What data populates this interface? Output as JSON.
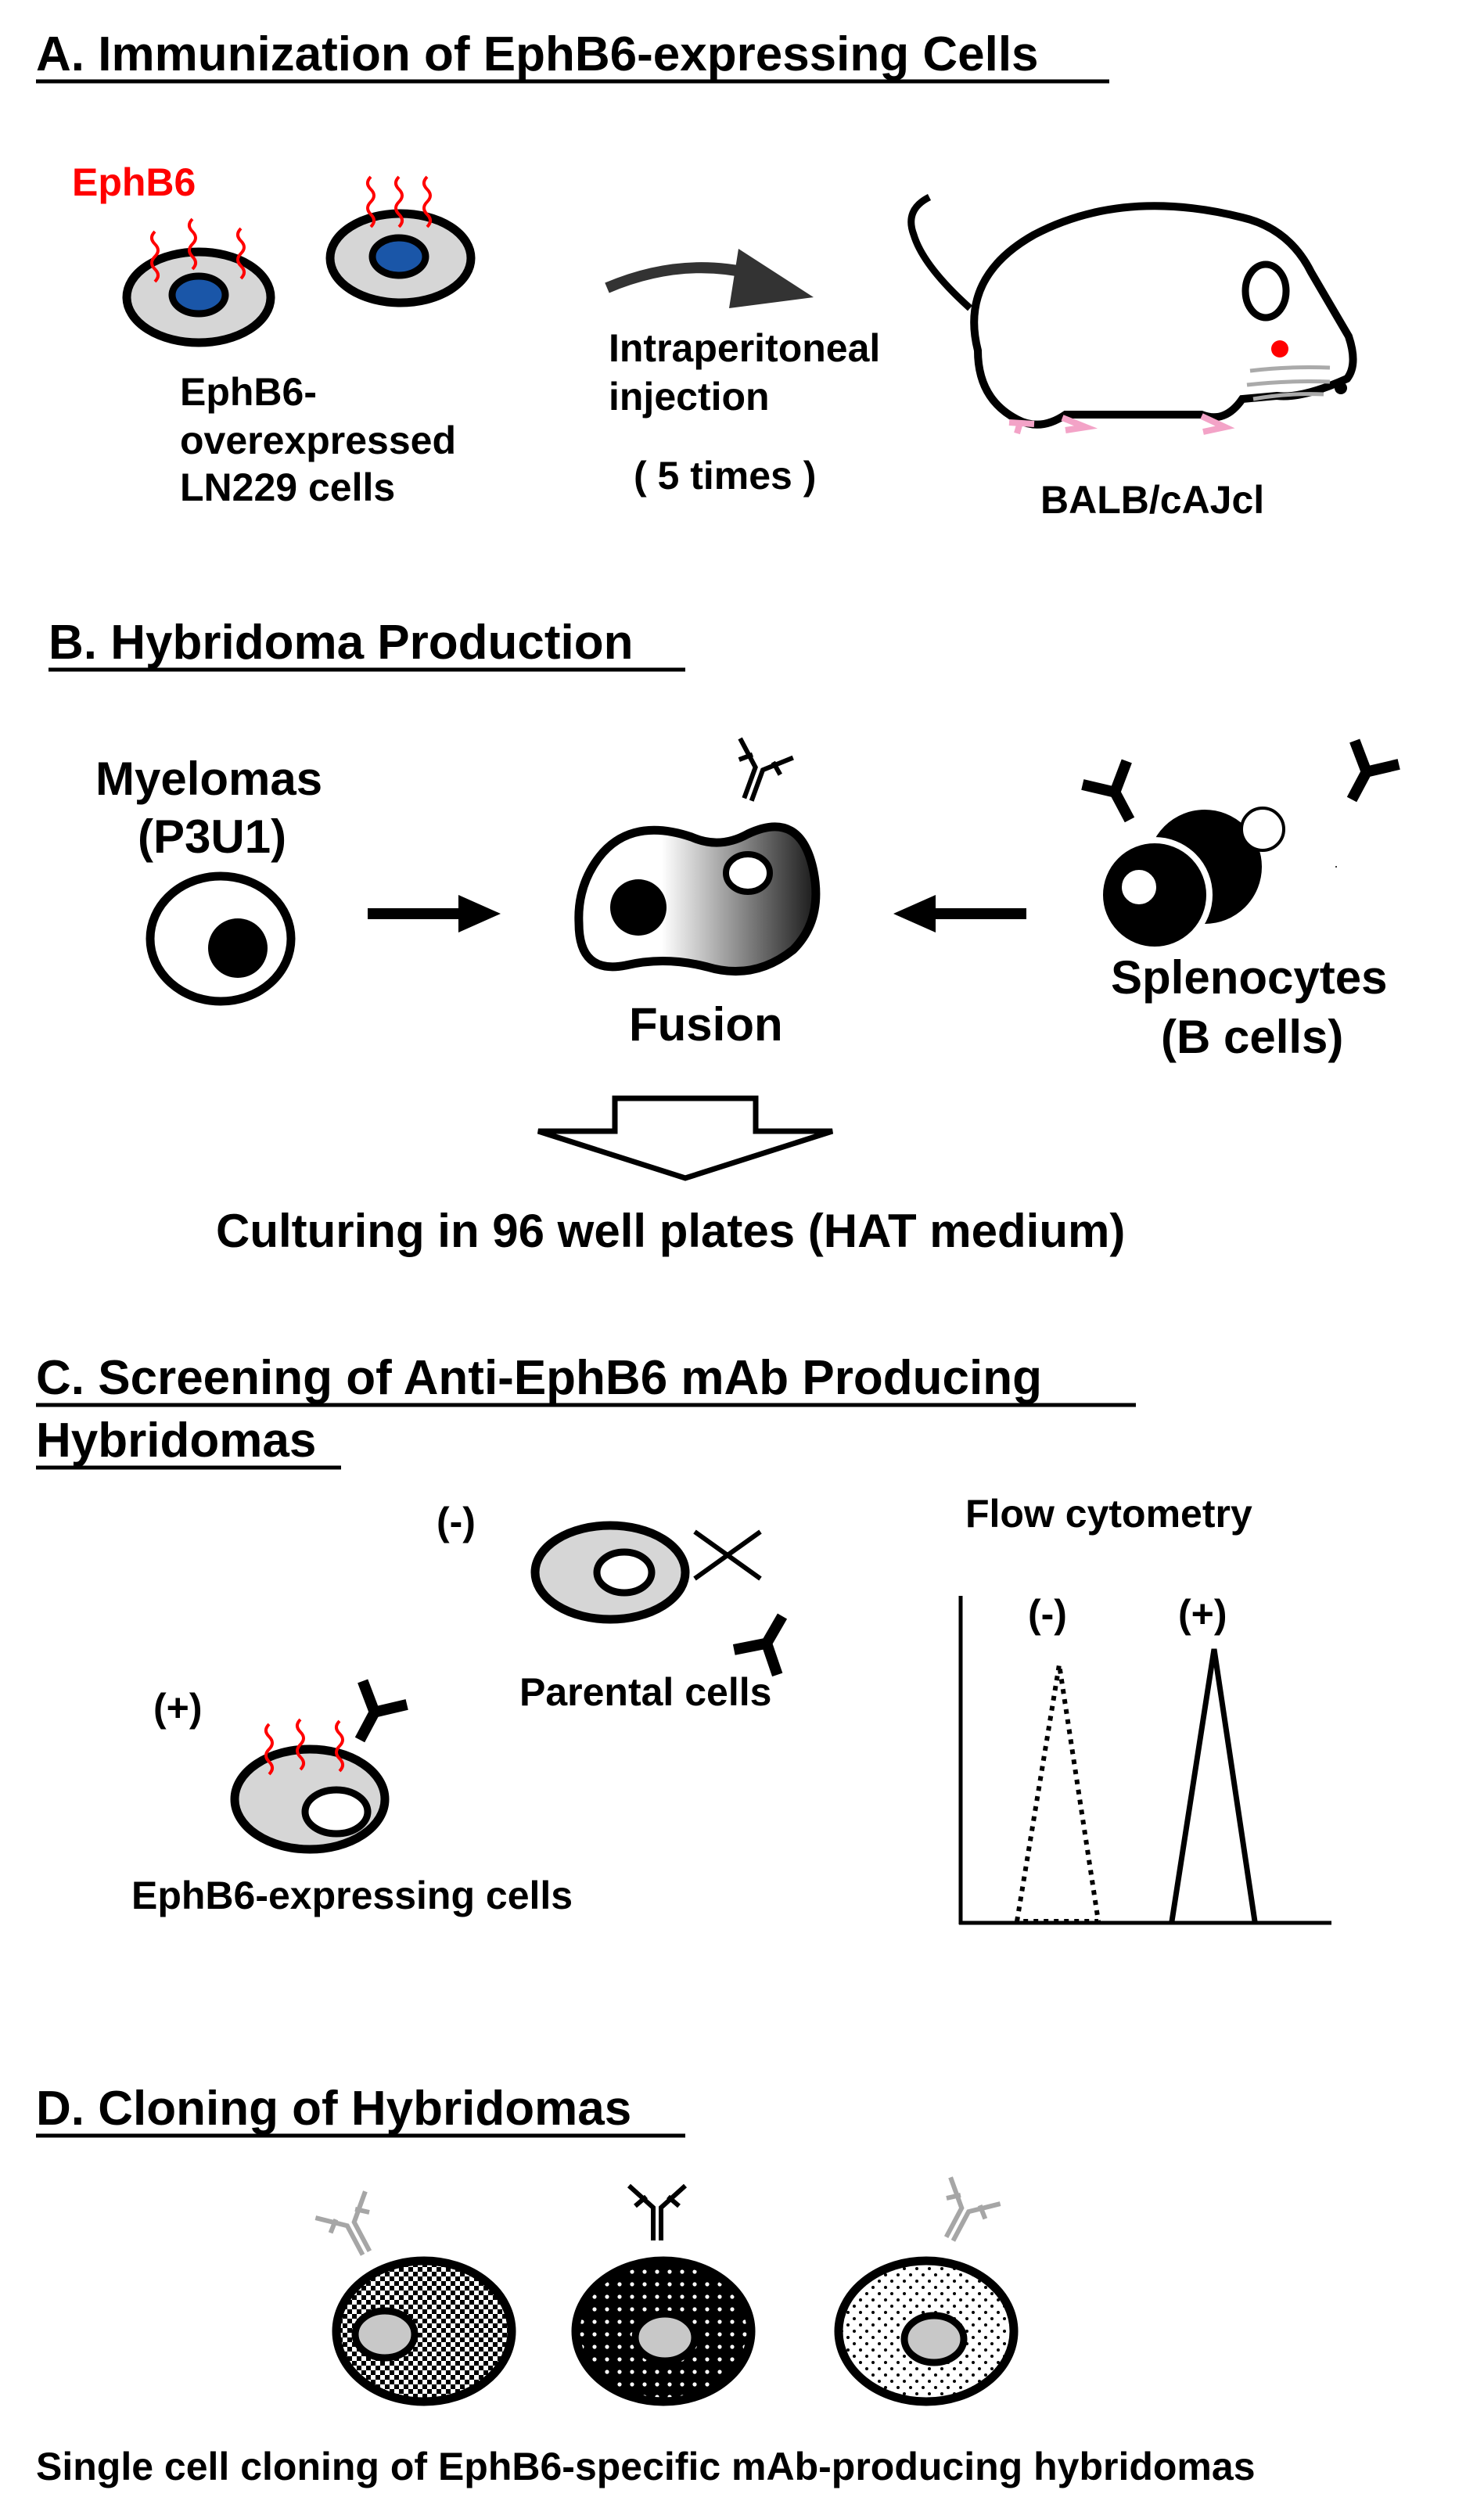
{
  "sections": {
    "a": {
      "heading": "A. Immunization of EphB6-expressing Cells",
      "epitope_label": "EphB6",
      "cell_label": [
        "EphB6-",
        "overexpressed",
        "LN229 cells"
      ],
      "route": [
        "Intraperitoneal",
        "injection"
      ],
      "count": "( 5 times )",
      "strain": "BALB/cAJcl"
    },
    "b": {
      "heading": "B. Hybridoma Production",
      "myeloma_label": [
        "Myelomas",
        "(P3U1)"
      ],
      "fusion_label": "Fusion",
      "splenocyte_label": [
        "Splenocytes",
        "(B cells)"
      ],
      "culture_label": "Culturing  in 96 well plates (HAT medium)"
    },
    "c": {
      "heading": [
        "C. Screening of Anti-EphB6 mAb Producing",
        "Hybridomas"
      ],
      "neg_sign": "(-)",
      "pos_sign": "(+)",
      "parental_label": "Parental cells",
      "expressing_label": "EphB6-expressing cells",
      "flow_title": "Flow cytometry",
      "peak_neg": "(-)",
      "peak_pos": "(+)"
    },
    "d": {
      "heading": "D. Cloning of Hybridomas",
      "caption": "Single cell cloning of EphB6-specific mAb-producing hybridomas"
    }
  },
  "colors": {
    "epitope": "#ff0000",
    "nucleus_blue": "#1a56a8",
    "cell_gray": "#d6d6d6",
    "mouse_eye": "#ff0000",
    "mouse_paw": "#f3a3c7",
    "whisker": "#aaaaaa",
    "faded_antibody": "#a6a6a6"
  },
  "chart_data": {
    "type": "line",
    "title": "Flow cytometry",
    "series": [
      {
        "name": "(-)",
        "style": "dotted",
        "shape": "triangle"
      },
      {
        "name": "(+)",
        "style": "solid",
        "shape": "triangle"
      }
    ]
  }
}
